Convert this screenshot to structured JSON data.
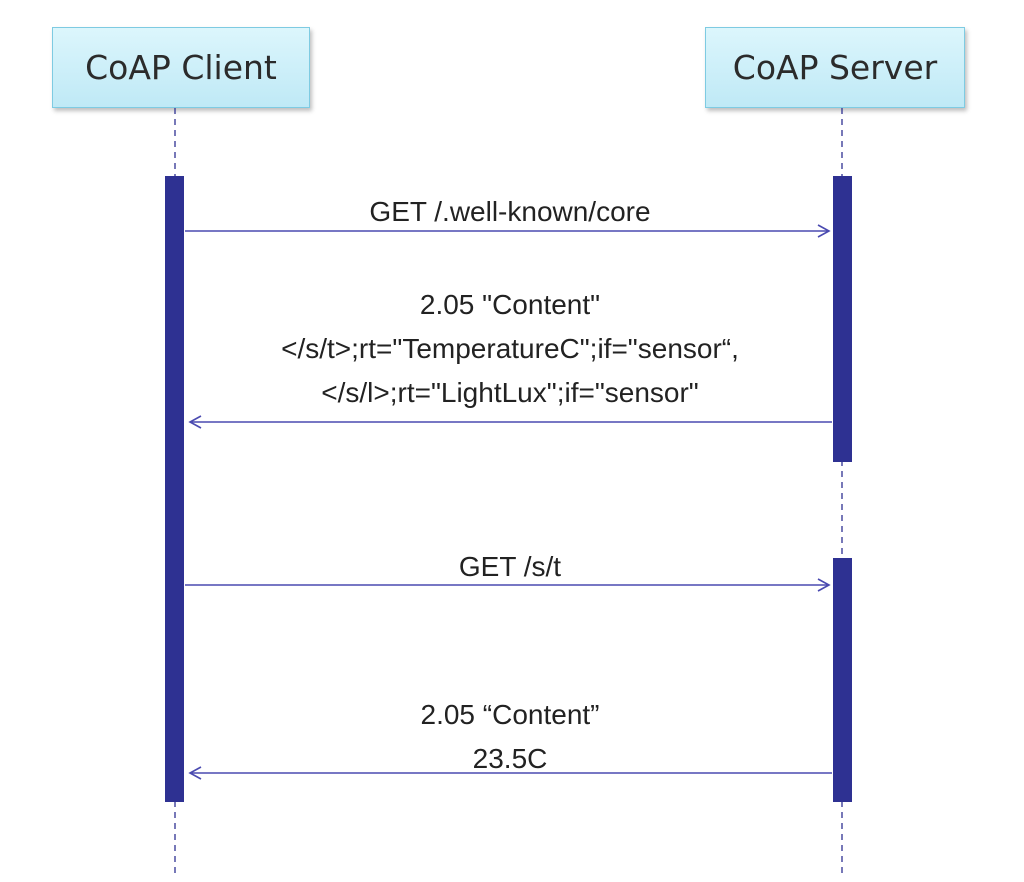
{
  "participants": {
    "client": "CoAP Client",
    "server": "CoAP Server"
  },
  "messages": [
    {
      "direction": "client-to-server",
      "lines": [
        "GET /.well-known/core"
      ]
    },
    {
      "direction": "server-to-client",
      "lines": [
        "2.05 \"Content\"",
        "</s/t>;rt=\"TemperatureC\";if=\"sensor“,",
        "</s/l>;rt=\"LightLux\";if=\"sensor\""
      ]
    },
    {
      "direction": "client-to-server",
      "lines": [
        "GET /s/t"
      ]
    },
    {
      "direction": "server-to-client",
      "lines": [
        "2.05 “Content”",
        "23.5C"
      ]
    }
  ],
  "colors": {
    "activation": "#2e3192",
    "arrow": "#4a4ab0",
    "lifeline": "#2e3192",
    "participant_fill": "#c9eef8",
    "participant_border": "#7ecbe2"
  }
}
